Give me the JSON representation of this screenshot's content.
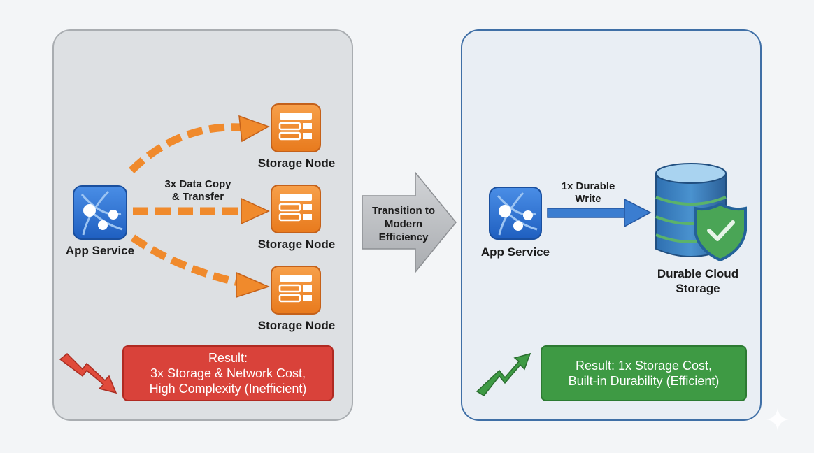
{
  "left_panel": {
    "source_label": "App Service",
    "transfer_label_line1": "3x Data Copy",
    "transfer_label_line2": "& Transfer",
    "nodes": [
      {
        "label": "Storage Node"
      },
      {
        "label": "Storage Node"
      },
      {
        "label": "Storage Node"
      }
    ],
    "result_line1": "Result:",
    "result_line2": "3x Storage & Network Cost,",
    "result_line3": "High Complexity (Inefficient)",
    "trend": "down"
  },
  "transition": {
    "line1": "Transition to",
    "line2": "Modern",
    "line3": "Efficiency"
  },
  "right_panel": {
    "source_label": "App Service",
    "write_label_line1": "1x Durable",
    "write_label_line2": "Write",
    "target_label_line1": "Durable Cloud",
    "target_label_line2": "Storage",
    "result_line1": "Result: 1x Storage Cost,",
    "result_line2": "Built-in Durability (Efficient)",
    "trend": "up"
  },
  "colors": {
    "orange": "#f08a2c",
    "blue": "#2f6fc9",
    "red": "#d9423a",
    "green": "#3e9a44"
  }
}
